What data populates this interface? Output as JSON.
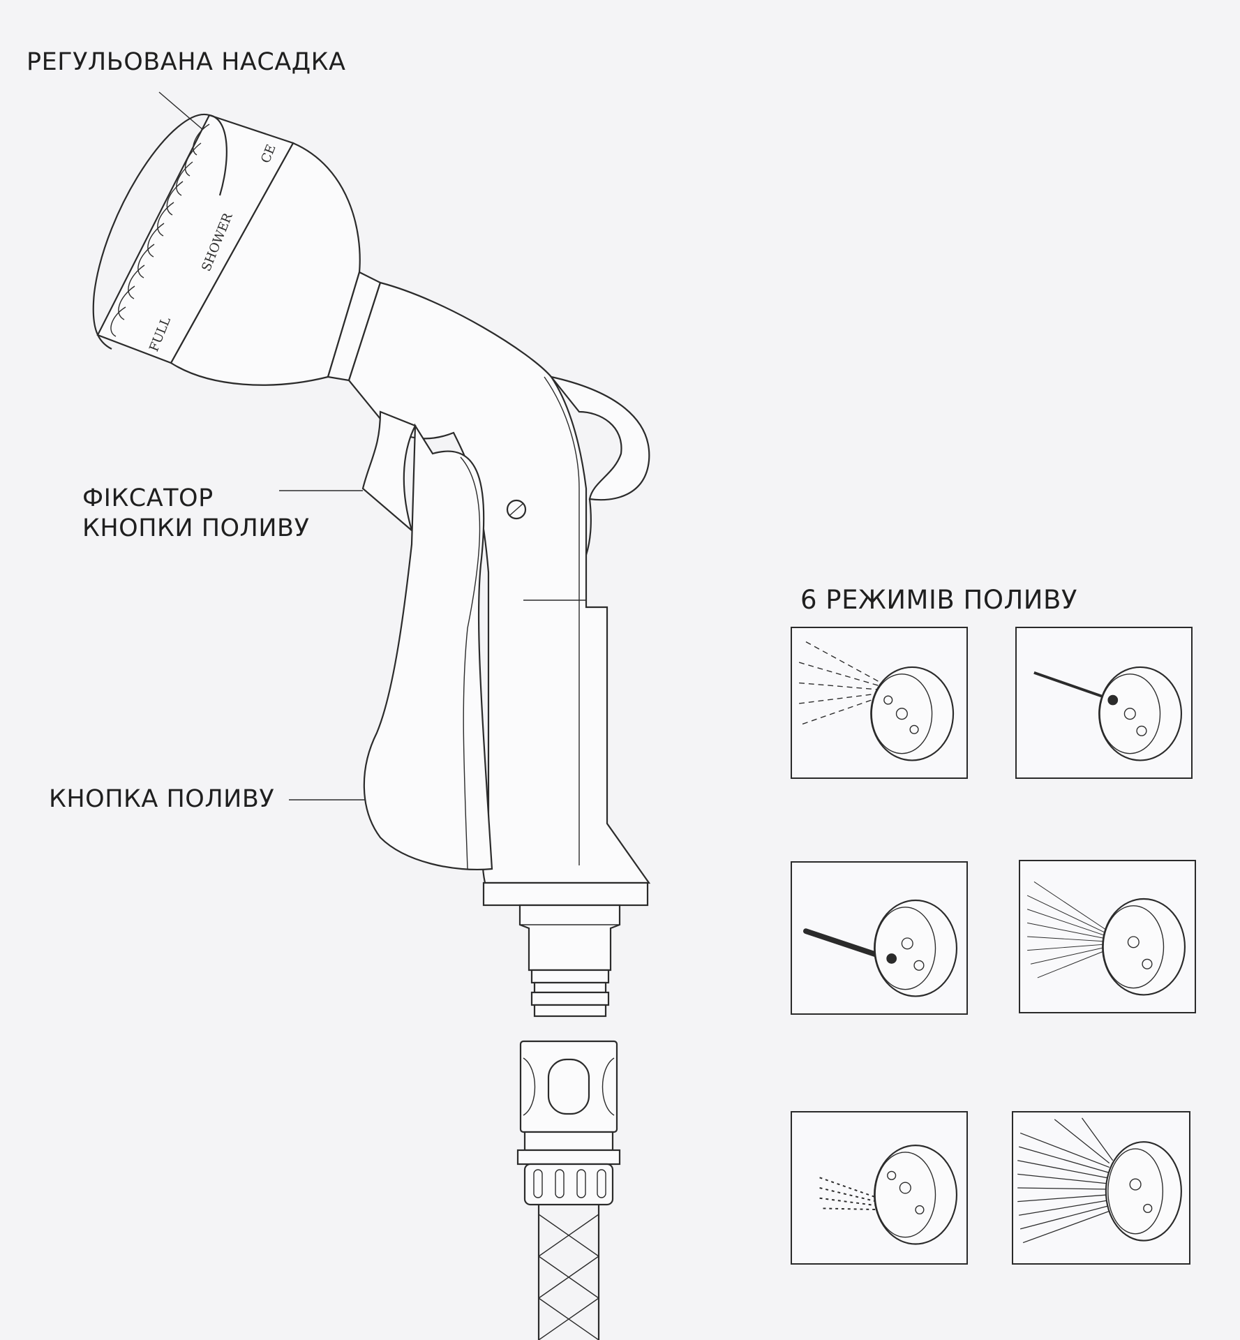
{
  "labels": {
    "nozzle": "РЕГУЛЬОВАНА НАСАДКА",
    "lock_line1": "ФІКСАТОР",
    "lock_line2": "КНОПКИ ПОЛИВУ",
    "trigger": "КНОПКА ПОЛИВУ",
    "modes_title": "6 РЕЖИМІВ ПОЛИВУ"
  },
  "dial_text": {
    "full": "FULL",
    "shower": "SHOWER",
    "center": "CE"
  },
  "modes": [
    {
      "icon": "mist-spray-icon"
    },
    {
      "icon": "jet-stream-icon"
    },
    {
      "icon": "flat-stream-icon"
    },
    {
      "icon": "cone-spray-icon"
    },
    {
      "icon": "soaker-spray-icon"
    },
    {
      "icon": "full-shower-icon"
    }
  ],
  "colors": {
    "line": "#2b2b2b",
    "background": "#f4f4f6"
  }
}
